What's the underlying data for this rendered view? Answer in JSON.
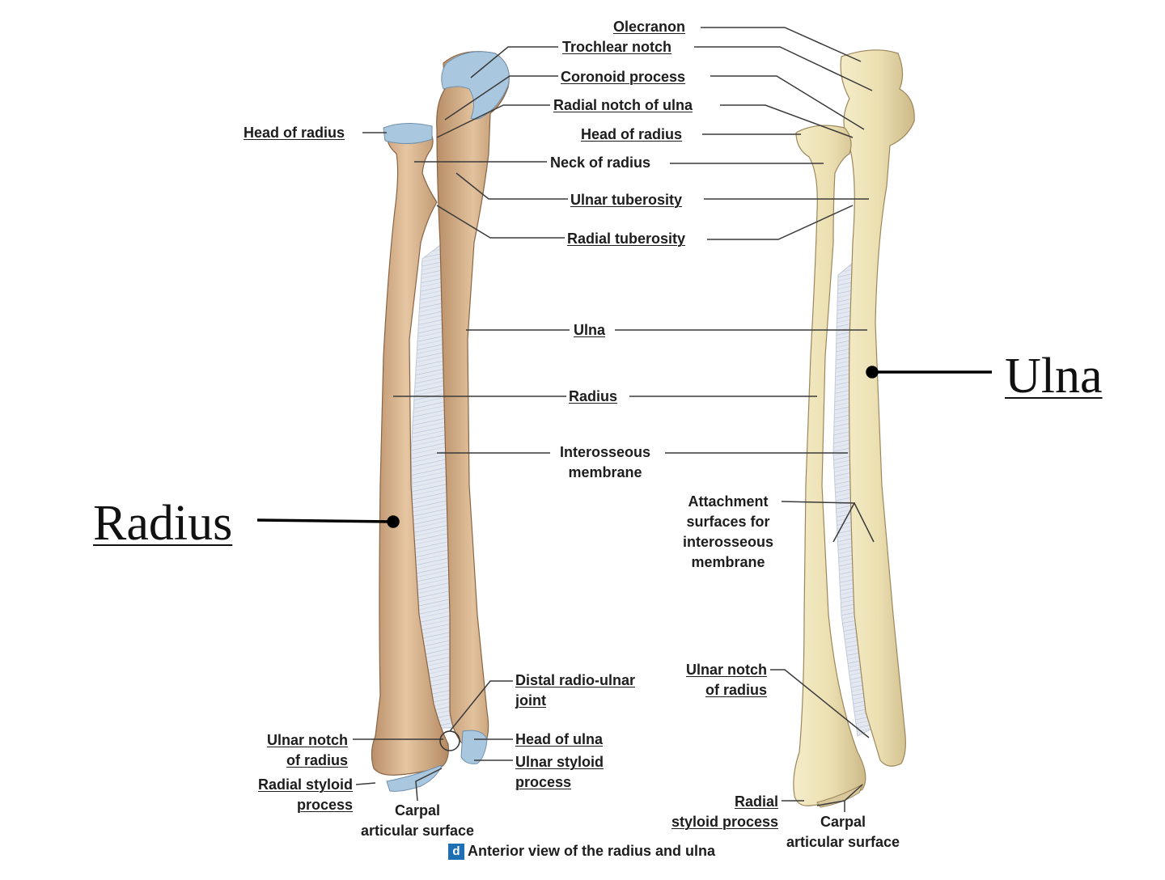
{
  "labels": {
    "olecranon": "Olecranon",
    "trochlear_notch": "Trochlear notch",
    "coronoid_process": "Coronoid process",
    "radial_notch_of_ulna": "Radial notch of ulna",
    "head_of_radius_left": "Head of radius",
    "head_of_radius_right": "Head of radius",
    "neck_of_radius": "Neck of radius",
    "ulnar_tuberosity": "Ulnar tuberosity",
    "radial_tuberosity": "Radial tuberosity",
    "ulna": "Ulna",
    "radius": "Radius",
    "interosseous_membrane_1": "Interosseous",
    "interosseous_membrane_2": "membrane",
    "attachment_1": "Attachment",
    "attachment_2": "surfaces for",
    "attachment_3": "interosseous",
    "attachment_4": "membrane",
    "distal_radioulnar_1": "Distal radio-ulnar",
    "distal_radioulnar_2": "joint",
    "ulnar_notch_left_1": "Ulnar notch",
    "ulnar_notch_left_2": "of radius",
    "ulnar_notch_right_1": "Ulnar notch",
    "ulnar_notch_right_2": "of radius",
    "head_of_ulna": "Head of ulna",
    "ulnar_styloid_1": "Ulnar styloid",
    "ulnar_styloid_2": "process",
    "radial_styloid_left_1": "Radial styloid",
    "radial_styloid_left_2": "process",
    "radial_styloid_right_1": "Radial",
    "radial_styloid_right_2": "styloid process",
    "carpal_left_1": "Carpal",
    "carpal_left_2": "articular surface",
    "carpal_right_1": "Carpal",
    "carpal_right_2": "articular surface"
  },
  "big_labels": {
    "radius": "Radius",
    "ulna": "Ulna"
  },
  "caption": {
    "badge": "d",
    "text": "Anterior view of the radius and ulna"
  },
  "colors": {
    "radius_bone": "#d9b48e",
    "ulna_bone_left": "#d3ad86",
    "ulna_bone_right": "#ede2b8",
    "cartilage": "#a9c7df",
    "membrane": "#dfe4ee",
    "leader": "#3a3a3a"
  }
}
